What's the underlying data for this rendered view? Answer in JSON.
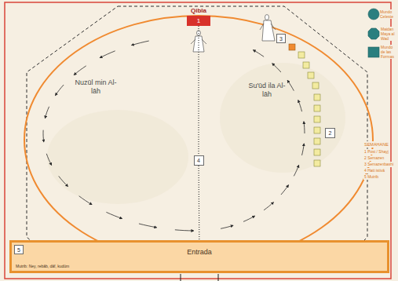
{
  "diagram": {
    "nodes": [
      {
        "text": [
          "Qibla",
          "1"
        ]
      },
      {
        "text": [
          "3"
        ]
      },
      {
        "text": [
          "2"
        ]
      },
      {
        "text": [
          "4"
        ]
      },
      {
        "text": [
          "Entrada",
          "Mutrib: Ney, rebâb, dâf, kudüm"
        ]
      },
      {
        "text": [
          "5"
        ],
        "in": 4
      }
    ],
    "edges": [
      {
        "from": 0,
        "to": 3,
        "arrow": "none"
      },
      {
        "from": 3,
        "to": 4,
        "arrow": "none"
      }
    ],
    "labels": [
      "Nuzūl min Al-lāh",
      "Su'ūd ila Al-lāh",
      "SEMAHANE",
      "1 Post / Shayj",
      "2 Semazen",
      "3 Semazenbashi",
      "4 Hatt istivâ",
      "5 Mutrib"
    ],
    "legend": [
      {
        "text": "Mundo Celeste"
      },
      {
        "text": "Maidan Maya al Wad"
      },
      {
        "text": "Mundo de las Formas"
      }
    ]
  }
}
